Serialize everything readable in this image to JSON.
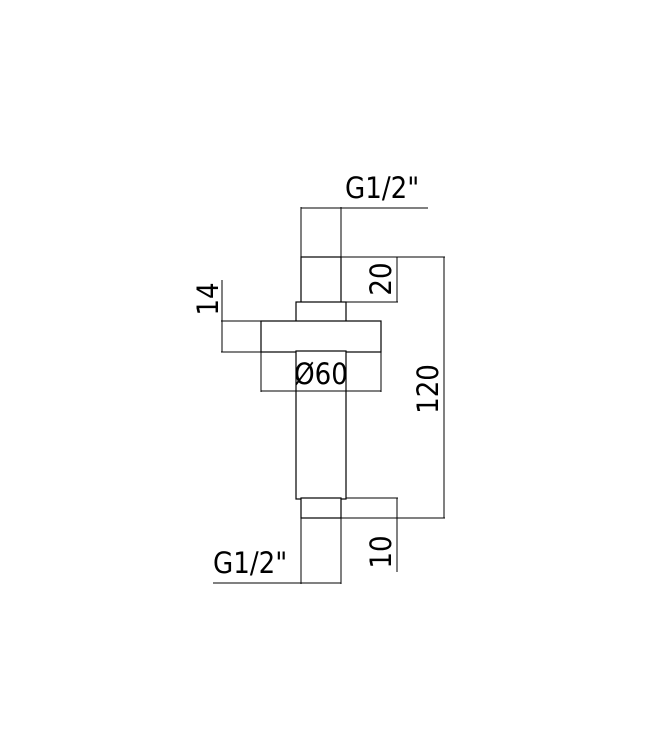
{
  "drawing": {
    "line_color": "#000000",
    "background": "#ffffff",
    "labels": {
      "thread_top": "G1/2\"",
      "thread_bottom": "G1/2\"",
      "dim_20": "20",
      "dim_14": "14",
      "dim_diameter": "Ø60",
      "dim_120": "120",
      "dim_10": "10"
    }
  }
}
